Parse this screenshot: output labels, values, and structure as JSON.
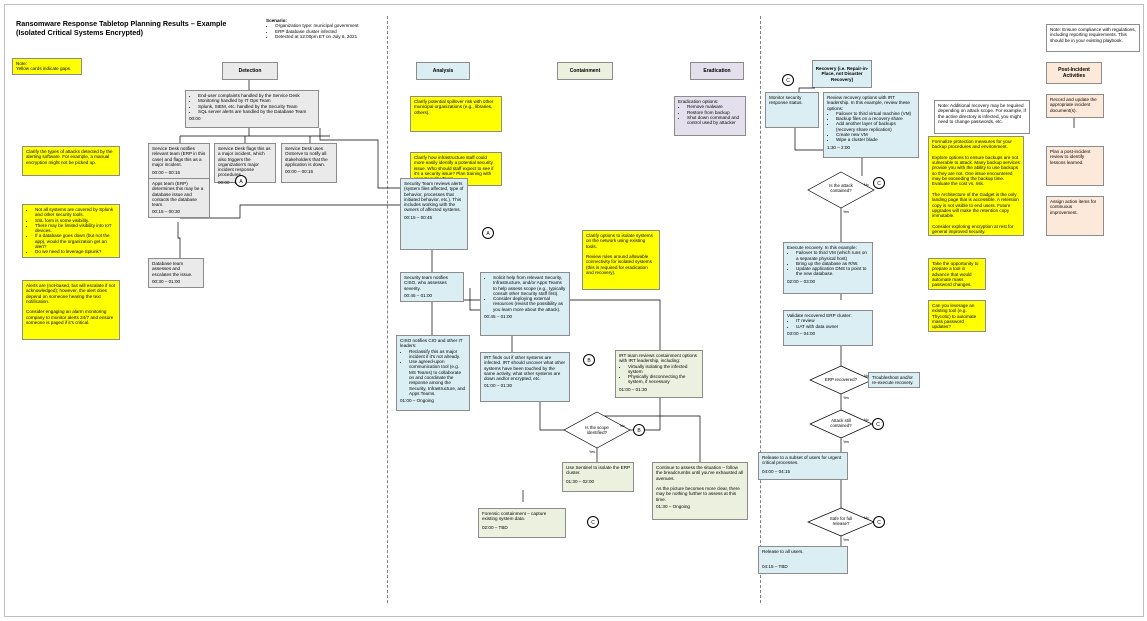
{
  "title": "Ransomware Response Tabletop Planning Results – Example\n(Isolated Critical Systems Encrypted)",
  "scenario": {
    "heading": "Scenario:",
    "items": [
      "Organization type: municipal government",
      "ERP database cluster infected",
      "Detected at 12:00pm ET on July 6, 2021"
    ]
  },
  "note_top_right": "Note: Ensure compliance with regulations, including reporting requirements. This should be in your existing playbook.",
  "note_yellow": "Note:\nYellow cards indicate gaps.",
  "phases": {
    "detection": "Detection",
    "analysis": "Analysis",
    "containment": "Containment",
    "eradication": "Eradication",
    "recovery": "Recovery (i.e. Repair-in-Place, not Disaster Recovery)",
    "post": "Post-Incident Activities"
  },
  "detection": {
    "alerts": [
      "End-user complaints handled by the Service Desk",
      "Monitoring handled by IT Ops Team",
      "Splunk, SIEM, etc. handled by the Security Team",
      "SQL server alerts are handled by the Database Team"
    ],
    "alerts_time": "00:00",
    "sd_notifies": "Service Desk notifies relevant team (ERP in this case) and flags this as a major incident.",
    "sd_notifies_time": "00:00 – 00:15",
    "sd_flags": "Service Desk flags this as a major incident, which also triggers the organization's major incident response procedures.",
    "sd_flags_time": "00:00 – 00:15",
    "sd_uses": "Service Desk uses OnServe to notify all stakeholders that the application is down.",
    "sd_uses_time": "00:00 – 00:15",
    "apps_team": "Apps team (ERP) determines this may be a database issue and contacts the database team.",
    "apps_team_time": "00:15 – 00:30",
    "db_team": "Database team assesses and escalates the issue.",
    "db_team_time": "00:30 – 01:00",
    "gap1": "Clarify the types of attacks detected by the alerting software. For example, a manual encryption might not be picked up.",
    "gap2": [
      "Not all systems are covered by Splunk and other security tools.",
      "SSL form is some visibility.",
      "There may be limited visibility into IoT devices.",
      "If a database goes down (but not the app), would the organization get an alert?",
      "Do we need to leverage Splunk?"
    ],
    "gap3": "Alerts are (not-based, but will escalate if not acknowledged); however, the alert does depend on someone hearing the text notification.\n\nConsider engaging an alarm monitoring company to monitor alerts 24/7 and ensure someone is paged if it's critical."
  },
  "analysis": {
    "gap1": "Clarify potential spillover risk with other municipal organizations (e.g., libraries, others).",
    "gap2": "Clarify how infrastructure staff could more easily identify a potential security issue. Who should staff expect to see if it's a security issue? Plan training with your Security Team.",
    "sec_team": "Security Team reviews alerts (system files affected, type of behavior, processes that initiated behavior, etc.). This includes working with the owners of affected systems.",
    "sec_team_time": "00:15 – 00:45",
    "sec_notifies": "Security team notifies CISO, who assesses severity.",
    "sec_notifies_time": "00:45 – 01:00",
    "ciso": "CISO notifies CIO and other IT leaders:",
    "ciso_items": [
      "Reclassify this as major incident if it's not already.",
      "Use agreed-upon communication tool (e.g. MS Teams) to collaborate on and coordinate the response among the Security, Infrastructure, and Apps Teams."
    ],
    "ciso_time": "01:00 – Ongoing",
    "solicit": [
      "Solicit help from relevant Security, Infrastructure, and/or Apps Teams to help assess scope (e.g., typically consult other Security staff first).",
      "Consider deploying external resources (revisit the possibility as you learn more about the attack)."
    ],
    "solicit_time": "00:45 – 01:00",
    "irt_finds": "IRT finds out if other systems are infected. IRT should uncover what other systems have been touched by the same activity, what other systems are down and/or encrypted, etc.",
    "irt_finds_time": "01:00 – 01:30"
  },
  "containment": {
    "gap": "Clarify options to isolate systems on the network using existing tools.\n\nReview rules around allowable connectivity for isolated systems (this is required for eradication and recovery).",
    "irt_reviews": "IRT team reviews containment options with IRT leadership, including:",
    "irt_items": [
      "Virtually isolating the infected system",
      "Physically disconnecting the system, if necessary"
    ],
    "irt_reviews_time": "01:00 – 01:30",
    "decision": "Is the scope identified?",
    "yes": "Yes",
    "no": "No",
    "isolate": "Use Sentinel to isolate the ERP cluster.",
    "isolate_time": "01:30 – 02:00",
    "continue": "Continue to assess the situation – follow the breadcrumbs until you've exhausted all avenues.\n\nAs the picture becomes more clear, there may be nothing further to assess at this time.",
    "continue_time": "01:30 – Ongoing",
    "forensic": "Forensic containment – capture existing system data.",
    "forensic_time": "02:00 – TBD"
  },
  "eradication": {
    "heading": "Eradication options:",
    "items": [
      "Remove malware",
      "Restore from backup",
      "Shut down command and control used by attacker"
    ]
  },
  "recovery": {
    "monitor": "Monitor security response status.",
    "review": "Review recovery options with IRT leadership. In this example, review these options:",
    "review_items": [
      "Failover to third virtual machine (VM)",
      "Backup files on a recovery share",
      "Add another layer of backups (recovery share replication)",
      "Create new VM",
      "Wipe a cluster blade"
    ],
    "review_time": "1:30 – 2:00",
    "note": "Note: Additional recovery may be required depending on attack scope. For example, if the active directory is infected, you might need to change passwords, etc.",
    "contained_q": "Is the attack contained?",
    "execute": "Execute recovery. In this example:",
    "execute_items": [
      "Failover to third VM (which runs on a separate physical host)",
      "Bring up the database as R/W.",
      "Update application DNS to point to the new database."
    ],
    "execute_time": "02:00 – 03:00",
    "validate": "Validate recovered ERP cluster:",
    "validate_items": [
      "IT review",
      "UAT with data owner"
    ],
    "validate_time": "03:00 – 04:00",
    "erp_q": "ERP recovered?",
    "troubleshoot": "Troubleshoot and/or re-execute recovery.",
    "attack_q": "Attack still contained?",
    "release": "Release to a subset of users for urgent critical processes.",
    "release_time": "04:00 – 04:15",
    "safe_q": "Safe for full release?",
    "release_all": "Release to all users.",
    "release_all_time": "04:15 – TBD",
    "gap1": "Formalize protection measures for your backup procedures and environment.\n\nExplore options to ensure backups are not vulnerable to attack. Many backup services provide you with the ability to use backups so they are not. One issue encountered may be exceeding the backup time. Evaluate the cost vs. risk.\n\nThe Architecture of the Gadget is the only landing page that is accessible. A retention copy is not visible to end users. Future upgrades will make the retention copy immutable.\n\nConsider exploring encryption at rest for general improved security.",
    "gap2": "Take the opportunity to prepare a tool in advance that would automate mass password changes.",
    "gap3": "Can you leverage an existing tool (e.g. Thycotic) to automate mass password updates?"
  },
  "post": {
    "record": "Record and update the appropriate incident document(s).",
    "plan": "Plan a post-incident review to identify lessons learned.",
    "assign": "Assign action items for continuous improvement."
  },
  "connectors": {
    "a": "A",
    "b": "B",
    "c": "C"
  }
}
